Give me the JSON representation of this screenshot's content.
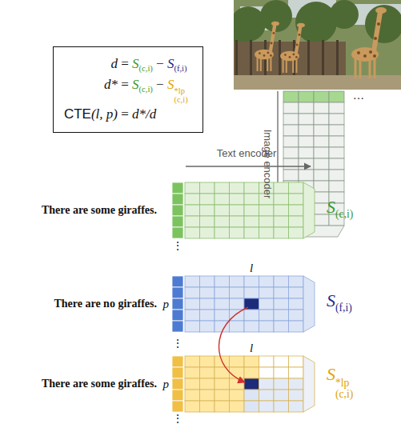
{
  "diagram": {
    "nodes": [
      {
        "text": [
          "d = S(c,i) − S(f,i)",
          "d* = S(c,i) − S*lp(c,i)",
          "CTE(l, p) = d*/d"
        ]
      }
    ],
    "labels": [
      "…",
      "Image encoder",
      "Text encoder",
      "There are some giraffes.",
      "S(c,i)",
      "⋮",
      "l",
      "There are no giraffes.",
      "p",
      "S(f,i)",
      "⋮",
      "l",
      "There are some giraffes.",
      "p",
      "S*lp(c,i)",
      "⋮"
    ]
  }
}
